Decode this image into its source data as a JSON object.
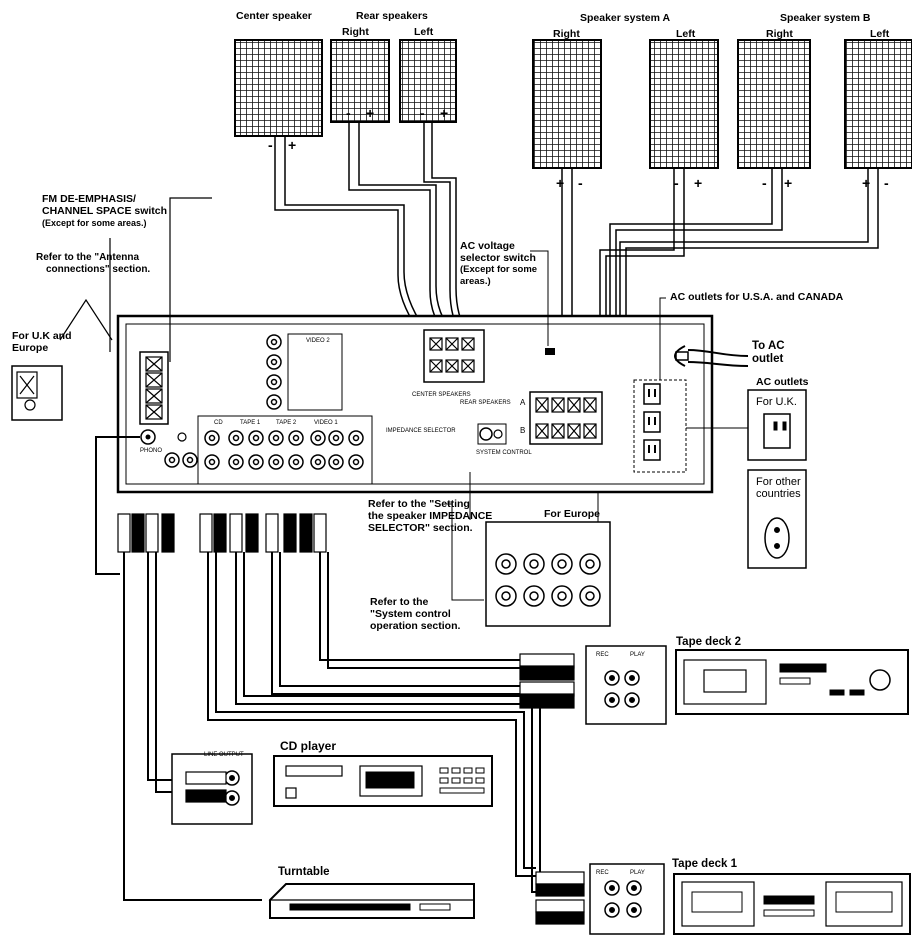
{
  "speakers": {
    "center": "Center speaker",
    "rear": "Rear speakers",
    "rear_right": "Right",
    "rear_left": "Left",
    "system_a": "Speaker system A",
    "system_a_right": "Right",
    "system_a_left": "Left",
    "system_b": "Speaker system B",
    "system_b_right": "Right",
    "system_b_left": "Left"
  },
  "callouts": {
    "fm_deemphasis_1": "FM DE-EMPHASIS/",
    "fm_deemphasis_2": "CHANNEL SPACE switch",
    "fm_deemphasis_3": "(Except for some areas.)",
    "antenna_1": "Refer to the \"Antenna",
    "antenna_2": "connections\" section.",
    "uk_europe_1": "For U.K and",
    "uk_europe_2": "Europe",
    "ac_voltage_1": "AC voltage",
    "ac_voltage_2": "selector switch",
    "ac_voltage_3": "(Except for some",
    "ac_voltage_4": "areas.)",
    "ac_outlets_usa": "AC outlets for U.S.A. and CANADA",
    "to_ac_1": "To AC",
    "to_ac_2": "outlet",
    "ac_outlets": "AC outlets",
    "for_uk": "For U.K.",
    "for_other_1": "For other",
    "for_other_2": "countries",
    "impedance_1": "Refer to the \"Setting",
    "impedance_2": "the speaker IMPEDANCE",
    "impedance_3": "SELECTOR\" section.",
    "for_europe": "For Europe",
    "system_control_1": "Refer to the",
    "system_control_2": "\"System control",
    "system_control_3": "operation section."
  },
  "devices": {
    "tape_deck_2": "Tape deck 2",
    "cd_player": "CD player",
    "turntable": "Turntable",
    "tape_deck_1": "Tape deck 1"
  },
  "polarity": {
    "plus": "+",
    "minus": "-"
  },
  "panel": {
    "center_speakers": "CENTER SPEAKERS",
    "rear_speakers": "REAR SPEAKERS",
    "system_control": "SYSTEM CONTROL",
    "impedance_selector": "IMPEDANCE SELECTOR",
    "video_2": "VIDEO 2",
    "phono": "PHONO",
    "line_output": "LINE OUTPUT",
    "tape_2": "TAPE 2",
    "tape_1": "TAPE 1",
    "video_1": "VIDEO 1",
    "cd": "CD",
    "rec": "REC",
    "play": "PLAY",
    "a": "A",
    "b": "B"
  },
  "colors": {
    "ink": "#000000",
    "paper": "#ffffff",
    "grille": "#111111"
  }
}
